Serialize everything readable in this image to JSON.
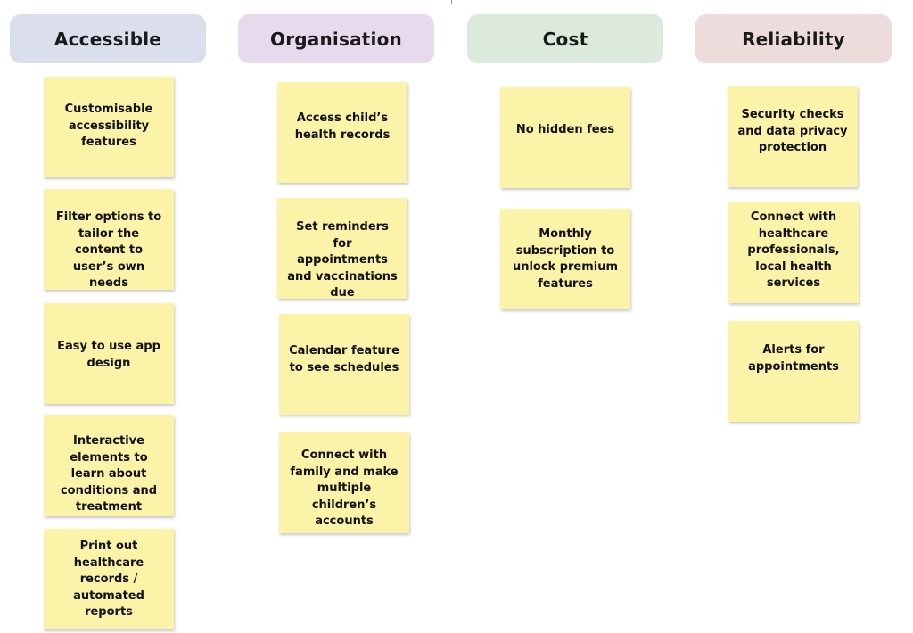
{
  "columns": [
    {
      "header": "Accessible",
      "header_color": "#dadfeb",
      "notes": [
        "Customisable accessibility features",
        "Filter options to tailor the content to user’s own needs",
        "Easy to use app design",
        "Interactive elements to learn about conditions and treatment",
        "Print out healthcare records / automated reports"
      ]
    },
    {
      "header": "Organisation",
      "header_color": "#e7daec",
      "notes": [
        "Access child’s health records",
        "Set reminders for appointments and vaccinations due",
        "Calendar feature to see schedules",
        "Connect with family and make multiple children’s accounts"
      ]
    },
    {
      "header": "Cost",
      "header_color": "#dbeadb",
      "notes": [
        "No hidden fees",
        "Monthly subscription to unlock premium features"
      ]
    },
    {
      "header": "Reliability",
      "header_color": "#ecdcdc",
      "notes": [
        "Security checks and data privacy protection",
        "Connect with healthcare professionals, local health services",
        "Alerts for appointments"
      ]
    }
  ],
  "note_color": "#fbf3a8"
}
